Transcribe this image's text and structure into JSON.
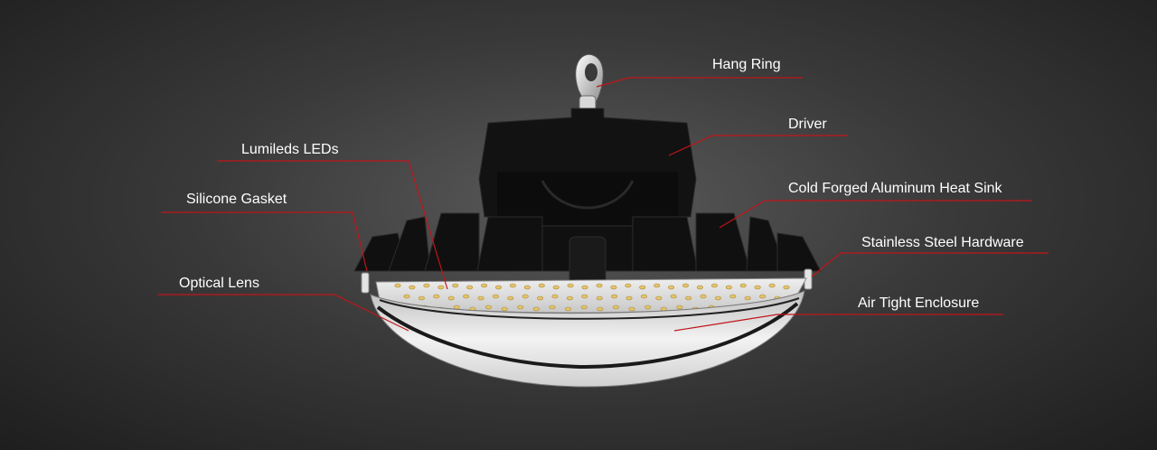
{
  "diagram": {
    "labels": {
      "hang_ring": "Hang Ring",
      "driver": "Driver",
      "lumileds_leds": "Lumileds LEDs",
      "heat_sink": "Cold Forged Aluminum Heat Sink",
      "silicone_gasket": "Silicone Gasket",
      "stainless_hardware": "Stainless Steel Hardware",
      "optical_lens": "Optical Lens",
      "air_tight_enclosure": "Air Tight Enclosure"
    },
    "colors": {
      "callout_line": "#c0151a",
      "label_text": "#ffffff",
      "background": "#3a3a3a",
      "led": "#e6c46a"
    }
  }
}
